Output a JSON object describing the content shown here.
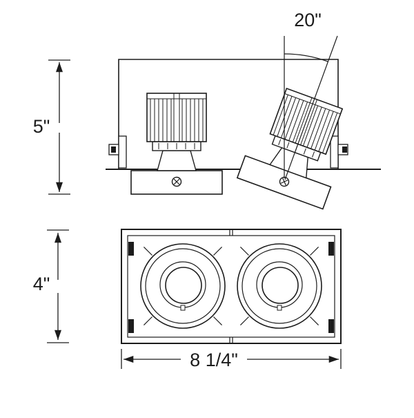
{
  "dimensions": {
    "side_height": "5\"",
    "tilt_angle": "20\"",
    "front_height": "4\"",
    "front_width": "8 1/4\""
  },
  "colors": {
    "line": "#1c1c1c",
    "background": "#ffffff"
  }
}
